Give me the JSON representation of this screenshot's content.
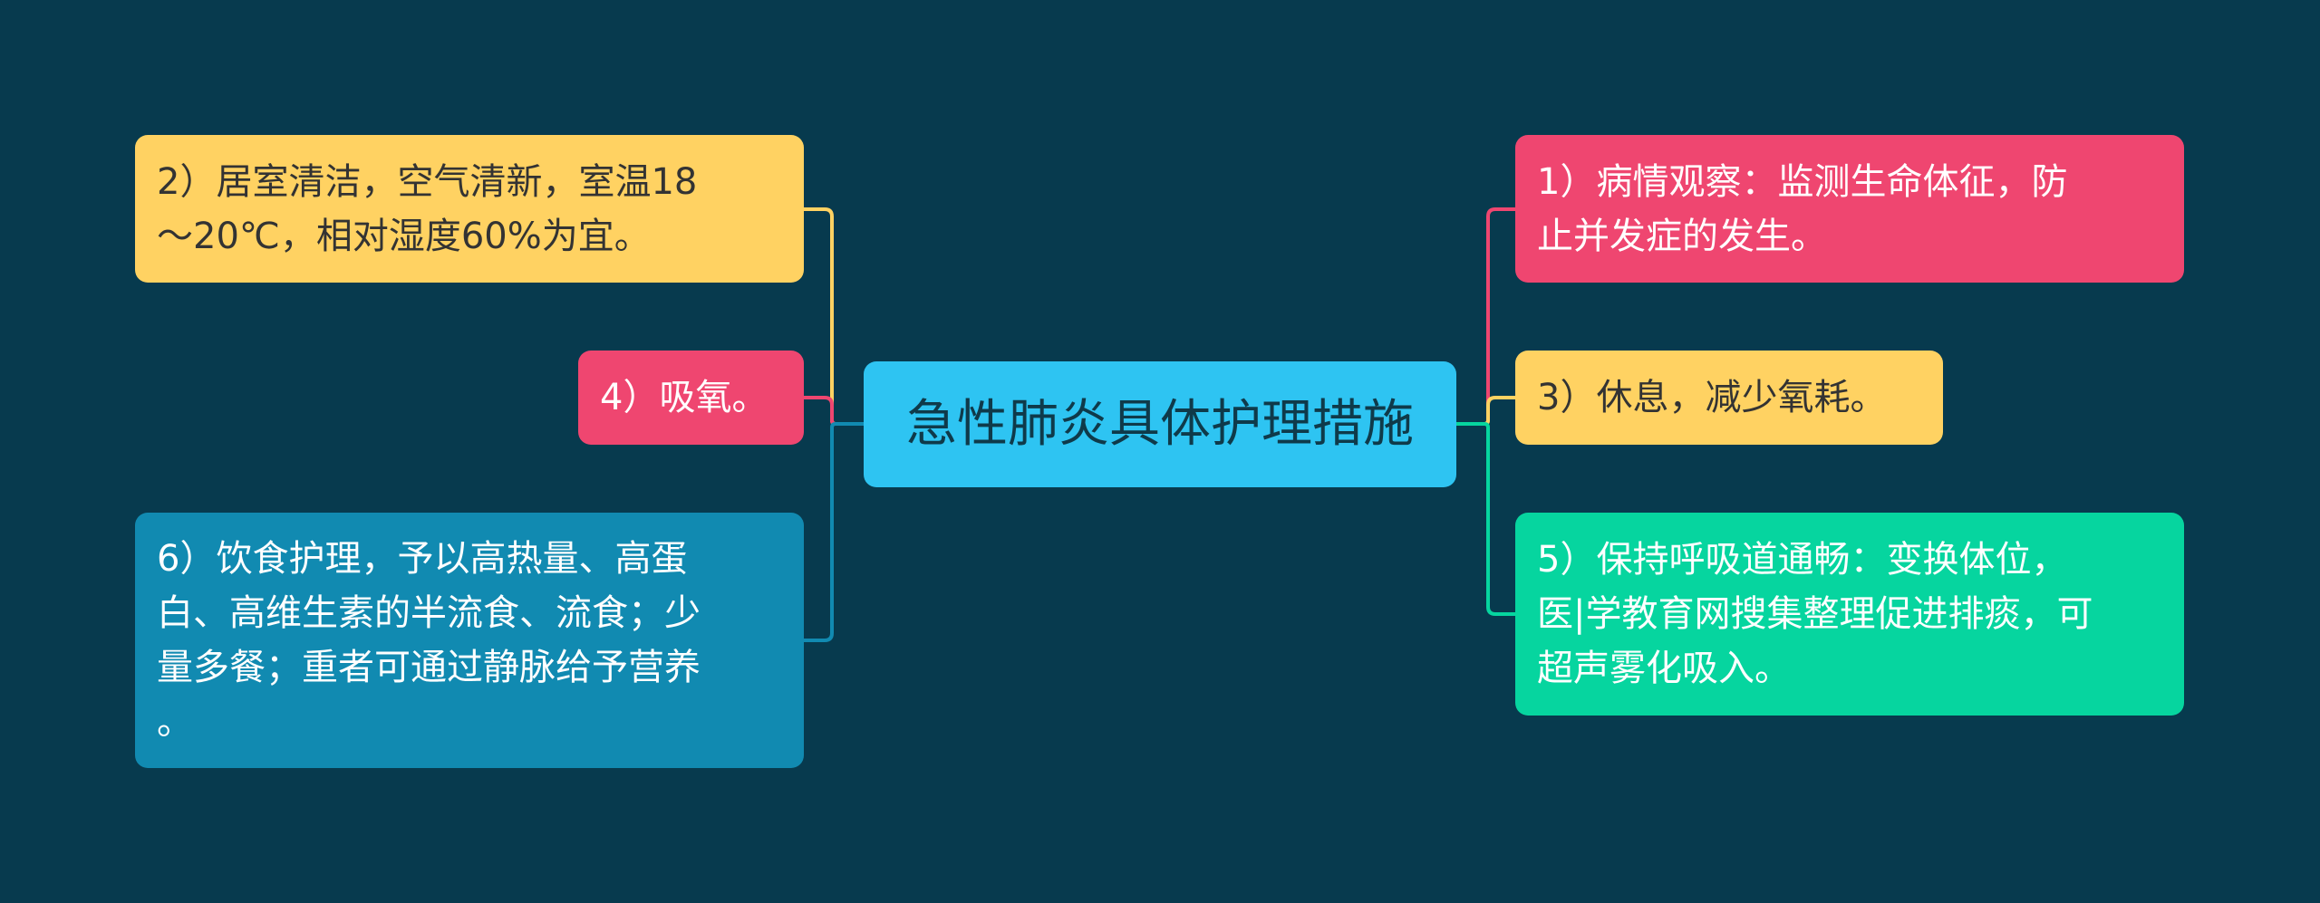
{
  "title": "急性肺炎具体护理措施",
  "colors": {
    "background": "#073a4e",
    "center": "#2ec4f2",
    "red": "#ef4670",
    "yellow": "#ffd262",
    "green": "#06d59f",
    "blue": "#118ab1"
  },
  "nodes": {
    "n1": {
      "text": "1）病情观察：监测生命体征，防\n止并发症的发生。",
      "color": "#ef4670"
    },
    "n2": {
      "text": "2）居室清洁，空气清新，室温18\n～20℃，相对湿度60%为宜。",
      "color": "#ffd262"
    },
    "n3": {
      "text": "3）休息，减少氧耗。",
      "color": "#ffd262"
    },
    "n4": {
      "text": "4）吸氧。",
      "color": "#ef4670"
    },
    "n5": {
      "text": "5）保持呼吸道通畅：变换体位，\n医|学教育网搜集整理促进排痰，可\n超声雾化吸入。",
      "color": "#06d59f"
    },
    "n6": {
      "text": "6）饮食护理，予以高热量、高蛋\n白、高维生素的半流食、流食；少\n量多餐；重者可通过静脉给予营养\n。",
      "color": "#118ab1"
    }
  }
}
